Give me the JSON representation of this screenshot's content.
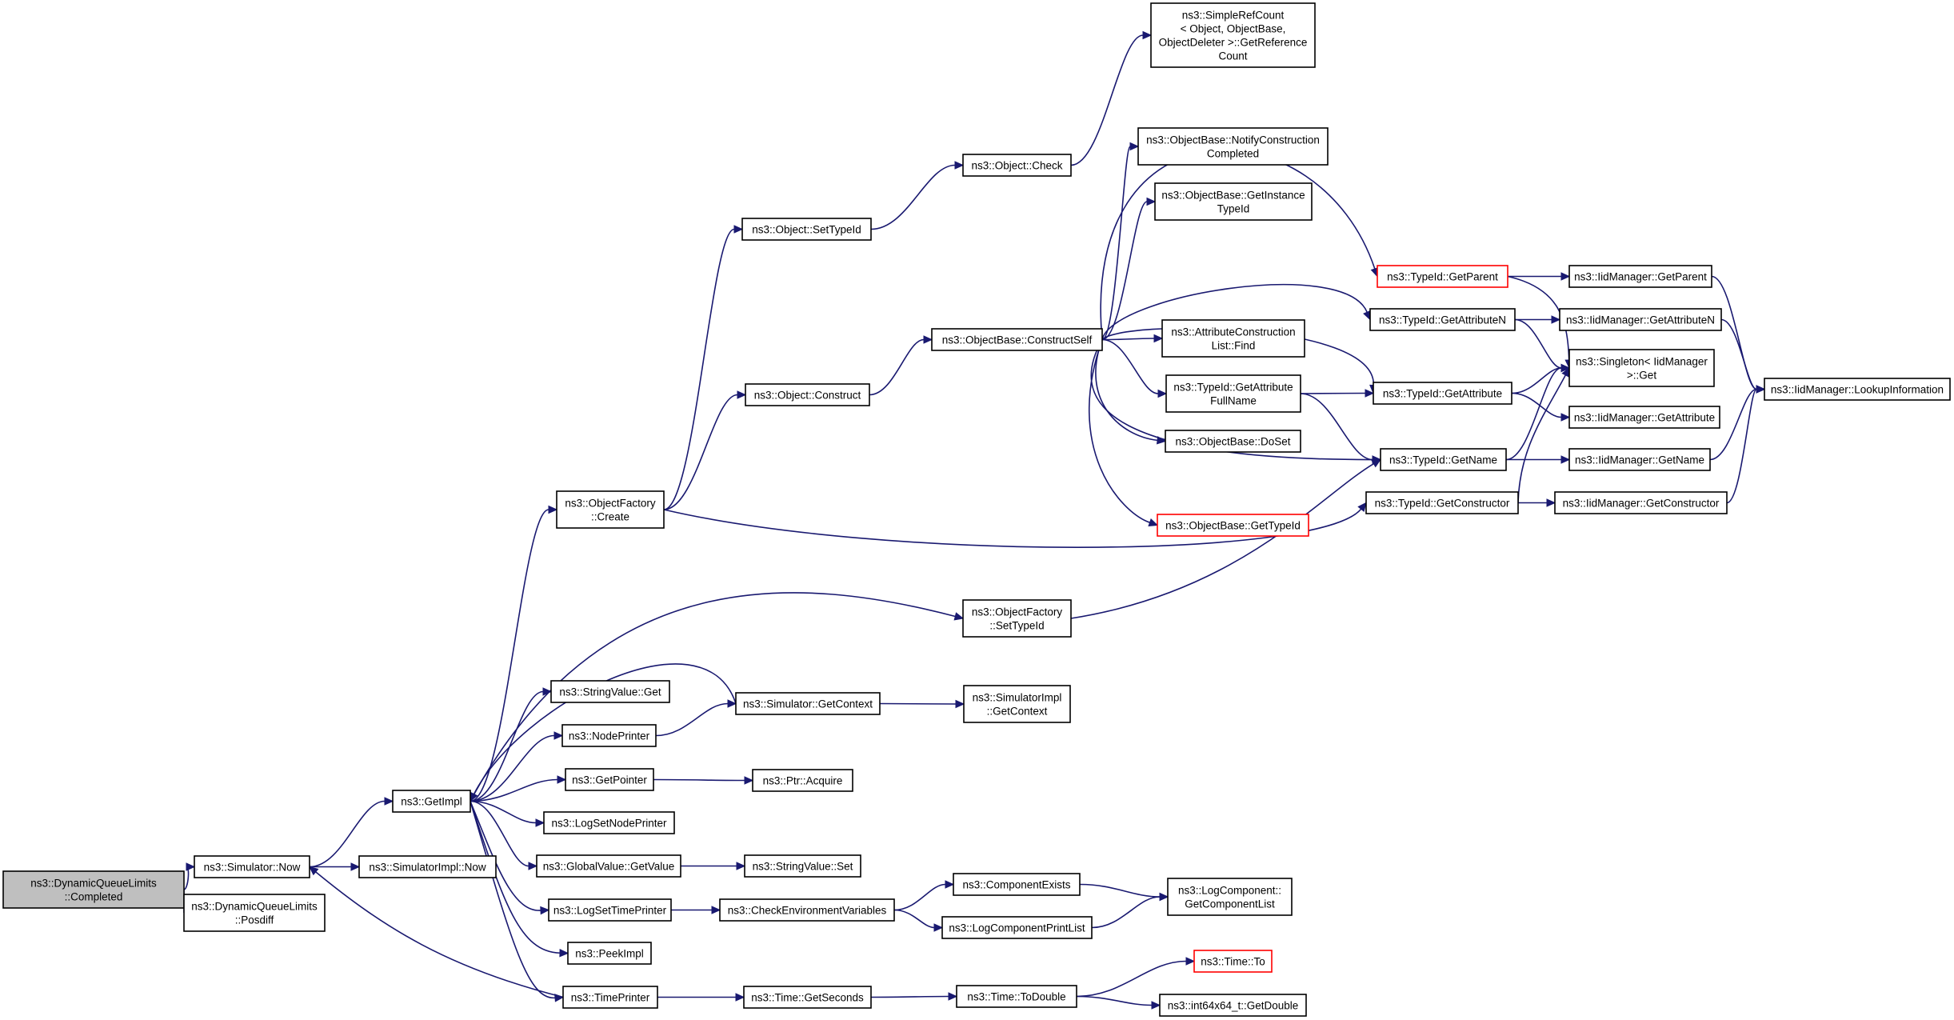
{
  "colors": {
    "edge": "#191970",
    "root_fill": "#bfbfbf",
    "border": "#000000",
    "red_border": "#ff0000"
  },
  "nodes": {
    "dql_completed": [
      "ns3::DynamicQueueLimits",
      "::Completed"
    ],
    "sim_now": [
      "ns3::Simulator::Now"
    ],
    "dql_posdiff": [
      "ns3::DynamicQueueLimits",
      "::Posdiff"
    ],
    "getimpl": [
      "ns3::GetImpl"
    ],
    "simimpl_now": [
      "ns3::SimulatorImpl::Now"
    ],
    "objfactory_create": [
      "ns3::ObjectFactory",
      "::Create"
    ],
    "stringvalue_get": [
      "ns3::StringValue::Get"
    ],
    "nodeprinter": [
      "ns3::NodePrinter"
    ],
    "getpointer": [
      "ns3::GetPointer"
    ],
    "logsetnodeprinter": [
      "ns3::LogSetNodePrinter"
    ],
    "globalvalue_getvalue": [
      "ns3::GlobalValue::GetValue"
    ],
    "logsettimeprinter": [
      "ns3::LogSetTimePrinter"
    ],
    "peekimpl": [
      "ns3::PeekImpl"
    ],
    "timeprinter": [
      "ns3::TimePrinter"
    ],
    "object_settypeid": [
      "ns3::Object::SetTypeId"
    ],
    "object_construct": [
      "ns3::Object::Construct"
    ],
    "sim_getcontext": [
      "ns3::Simulator::GetContext"
    ],
    "ptr_acquire": [
      "ns3::Ptr::Acquire"
    ],
    "stringvalue_set": [
      "ns3::StringValue::Set"
    ],
    "checkenv": [
      "ns3::CheckEnvironmentVariables"
    ],
    "time_getseconds": [
      "ns3::Time::GetSeconds"
    ],
    "object_check": [
      "ns3::Object::Check"
    ],
    "objbase_constructself": [
      "ns3::ObjectBase::ConstructSelf"
    ],
    "objfactory_settypeid": [
      "ns3::ObjectFactory",
      "::SetTypeId"
    ],
    "simimpl_getcontext": [
      "ns3::SimulatorImpl",
      "::GetContext"
    ],
    "componentexists": [
      "ns3::ComponentExists"
    ],
    "logcomponentprintlist": [
      "ns3::LogComponentPrintList"
    ],
    "time_todouble": [
      "ns3::Time::ToDouble"
    ],
    "simplerefcount": [
      "ns3::SimpleRefCount",
      "< Object, ObjectBase,",
      "ObjectDeleter >::GetReference",
      "Count"
    ],
    "objbase_notify": [
      "ns3::ObjectBase::NotifyConstruction",
      "Completed"
    ],
    "objbase_getinstance": [
      "ns3::ObjectBase::GetInstance",
      "TypeId"
    ],
    "attrconstr_find": [
      "ns3::AttributeConstruction",
      "List::Find"
    ],
    "typeid_getattrfullname": [
      "ns3::TypeId::GetAttribute",
      "FullName"
    ],
    "objbase_doset": [
      "ns3::ObjectBase::DoSet"
    ],
    "objbase_gettypeid": [
      "ns3::ObjectBase::GetTypeId"
    ],
    "logcomponent_getlist": [
      "ns3::LogComponent::",
      "GetComponentList"
    ],
    "time_to": [
      "ns3::Time::To"
    ],
    "int64_getdouble": [
      "ns3::int64x64_t::GetDouble"
    ],
    "typeid_getparent": [
      "ns3::TypeId::GetParent"
    ],
    "typeid_getattributen": [
      "ns3::TypeId::GetAttributeN"
    ],
    "typeid_getattribute": [
      "ns3::TypeId::GetAttribute"
    ],
    "typeid_getname": [
      "ns3::TypeId::GetName"
    ],
    "typeid_getconstructor": [
      "ns3::TypeId::GetConstructor"
    ],
    "iid_getparent": [
      "ns3::IidManager::GetParent"
    ],
    "iid_getattributen": [
      "ns3::IidManager::GetAttributeN"
    ],
    "singleton_get": [
      "ns3::Singleton< IidManager",
      ">::Get"
    ],
    "iid_getattribute": [
      "ns3::IidManager::GetAttribute"
    ],
    "iid_getname": [
      "ns3::IidManager::GetName"
    ],
    "iid_getconstructor": [
      "ns3::IidManager::GetConstructor"
    ],
    "iid_lookup": [
      "ns3::IidManager::LookupInformation"
    ]
  }
}
